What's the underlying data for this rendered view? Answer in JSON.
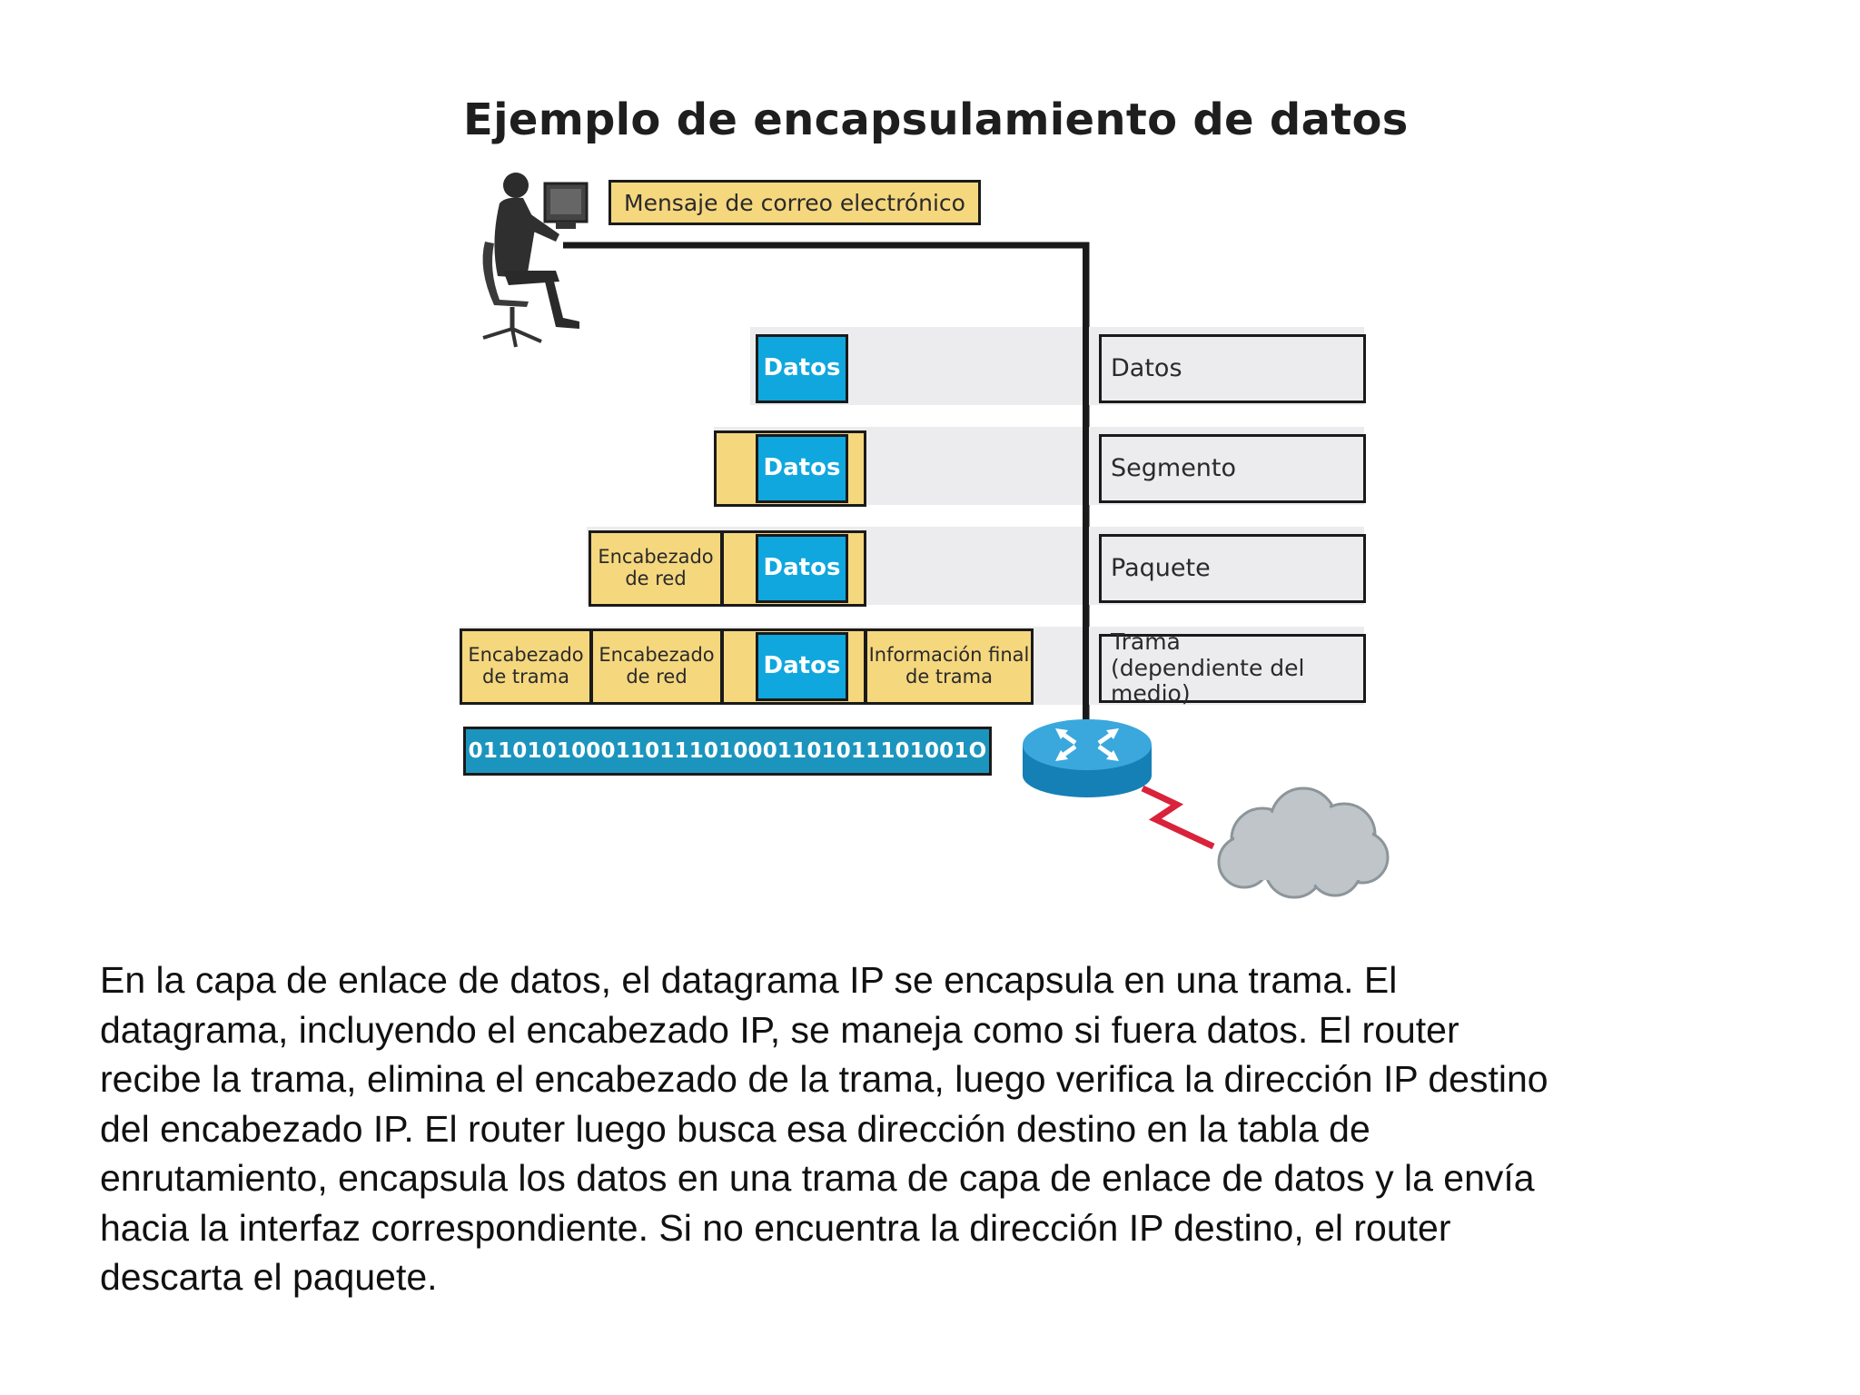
{
  "diagram": {
    "title": "Ejemplo de encapsulamiento de datos",
    "message": "Mensaje de correo electrónico",
    "data_label": "Datos",
    "network_header": "Encabezado\nde red",
    "frame_header": "Encabezado\nde trama",
    "frame_trailer": "Información final\nde trama",
    "bits": "0110101000110111010001101011101001O",
    "levels": [
      {
        "name": "Datos"
      },
      {
        "name": "Segmento"
      },
      {
        "name": "Paquete"
      },
      {
        "name": "Trama",
        "detail": "(dependiente del medio)"
      }
    ],
    "colors": {
      "data_block": "#0fa7de",
      "header_block": "#f5d77e",
      "bits_bar": "#1b95be",
      "serial_link": "#d8233a",
      "router": "#1a8fc4",
      "cloud": "#bfc5c8"
    },
    "icons": [
      "user-at-computer-icon",
      "router-icon",
      "serial-link-icon",
      "network-cloud-icon"
    ]
  },
  "caption": "En la capa de enlace de datos, el datagrama IP se encapsula en una trama. El\ndatagrama, incluyendo el encabezado IP, se maneja como si fuera datos. El router\nrecibe la trama, elimina el encabezado de la trama, luego verifica la dirección IP destino\ndel encabezado IP. El router luego busca esa dirección destino en la tabla de\nenrutamiento, encapsula los datos en una trama de capa de enlace de datos y la envía\nhacia la interfaz correspondiente. Si no encuentra la dirección IP destino, el router\ndescarta el paquete."
}
